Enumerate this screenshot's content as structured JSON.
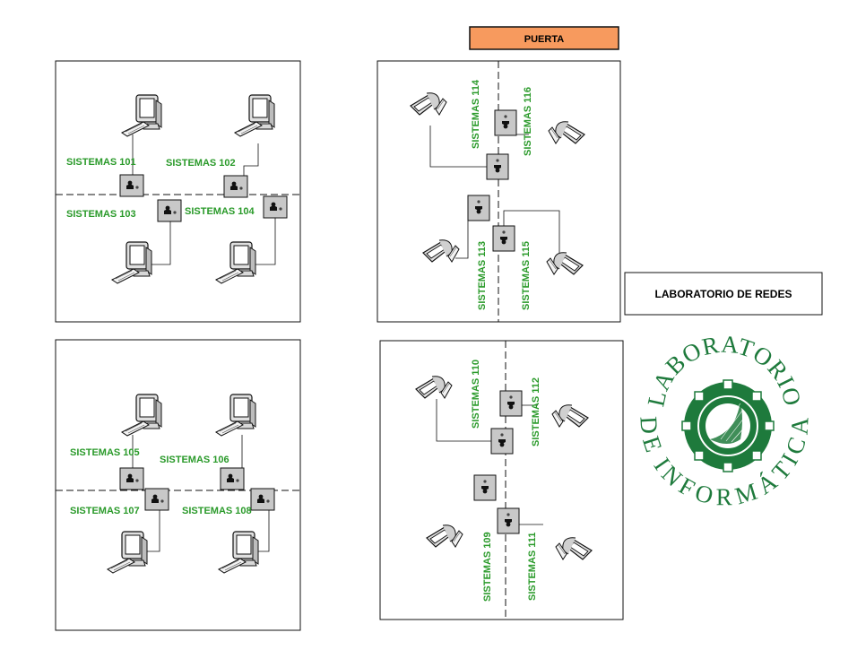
{
  "door": {
    "label": "PUERTA",
    "color": "#f79a5e"
  },
  "title_box": {
    "label": "LABORATORIO DE REDES"
  },
  "logo": {
    "top_text": "LABORATORIO",
    "bottom_text": "DE INFORMÁTICA",
    "color": "#1e7a3c",
    "icon": "network-globe-icon"
  },
  "label_color": "#2a9a2a",
  "stations": [
    {
      "id": "101",
      "label": "SISTEMAS 101"
    },
    {
      "id": "102",
      "label": "SISTEMAS 102"
    },
    {
      "id": "103",
      "label": "SISTEMAS 103"
    },
    {
      "id": "104",
      "label": "SISTEMAS 104"
    },
    {
      "id": "105",
      "label": "SISTEMAS 105"
    },
    {
      "id": "106",
      "label": "SISTEMAS 106"
    },
    {
      "id": "107",
      "label": "SISTEMAS 107"
    },
    {
      "id": "108",
      "label": "SISTEMAS 108"
    },
    {
      "id": "109",
      "label": "SISTEMAS 109"
    },
    {
      "id": "110",
      "label": "SISTEMAS 110"
    },
    {
      "id": "111",
      "label": "SISTEMAS 111"
    },
    {
      "id": "112",
      "label": "SISTEMAS 112"
    },
    {
      "id": "113",
      "label": "SISTEMAS 113"
    },
    {
      "id": "114",
      "label": "SISTEMAS 114"
    },
    {
      "id": "115",
      "label": "SISTEMAS 115"
    },
    {
      "id": "116",
      "label": "SISTEMAS 116"
    }
  ]
}
